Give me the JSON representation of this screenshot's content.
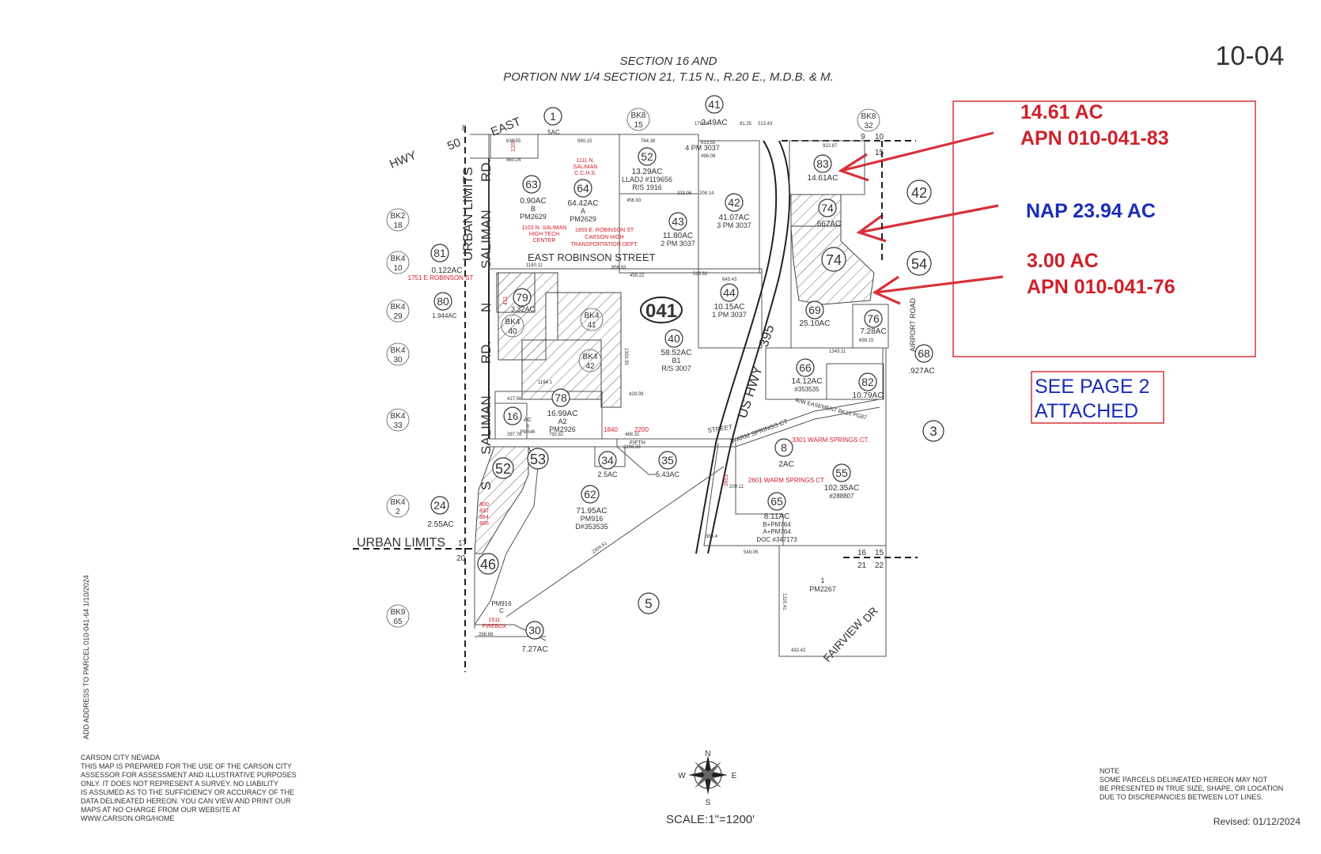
{
  "map_id": "10-04",
  "title_line1": "SECTION 16 AND",
  "title_line2": "PORTION NW 1/4 SECTION 21, T.15 N., R.20 E., M.D.B. & M.",
  "book_number": "041",
  "annotations": {
    "box1_acres": "14.61 AC",
    "box1_apn": "APN 010-041-83",
    "nap": "NAP 23.94 AC",
    "box2_acres": "3.00 AC",
    "box2_apn": "APN 010-041-76",
    "see_page_line1": "SEE PAGE 2",
    "see_page_line2": "ATTACHED"
  },
  "colors": {
    "annotation_red": "#d8313a",
    "annotation_blue": "#1a2db8",
    "map_ink": "#333333"
  },
  "streets": {
    "hwy50": "HWY",
    "hwy50_num": "50",
    "east": "EAST",
    "urban_limits_v": "URBAN LIMITS",
    "rd_top": "RD.",
    "saliman_top": "SALIMAN",
    "n": "N",
    "rd_mid": "RD.",
    "saliman_bottom": "SALIMAN",
    "s": "S",
    "east_robinson": "EAST ROBINSON STREET",
    "us_hwy": "US HWY",
    "us_hwy_num": "395",
    "fifth": "FIFTH",
    "street": "STREET",
    "warm_springs": "WARM SPRINGS CT",
    "fairview": "FAIRVIEW",
    "dr": "DR",
    "airport_road": "AIRPORT ROAD",
    "urban_limits_h": "URBAN LIMITS",
    "easement": "R/W EASEMENT BK15 PG87"
  },
  "parcels": {
    "p1": {
      "num": "1",
      "area": "5AC"
    },
    "p41": {
      "num": "41",
      "area": "2.49AC",
      "note": "4 PM 3037"
    },
    "p83": {
      "num": "83",
      "area": "14.61AC"
    },
    "p74a": {
      "num": "74",
      "area": "667AC"
    },
    "p74b": {
      "num": "74"
    },
    "p42r": {
      "num": "42"
    },
    "p54": {
      "num": "54"
    },
    "p63": {
      "num": "63",
      "area": "0.90AC",
      "l1": "B",
      "l2": "PM2629"
    },
    "p64": {
      "num": "64",
      "area": "64.42AC",
      "l1": "A",
      "l2": "PM2629"
    },
    "p52n": {
      "num": "52",
      "area": "13.29AC",
      "l1": "LLADJ #119656",
      "l2": "R/S 1916"
    },
    "p43": {
      "num": "43",
      "area": "11.80AC",
      "l1": "2 PM 3037"
    },
    "p42": {
      "num": "42",
      "area": "41.07AC",
      "l1": "3 PM 3037"
    },
    "p81": {
      "num": "81",
      "area": "0.122AC",
      "addr": "1751 E ROBINSON ST"
    },
    "p80": {
      "num": "80",
      "area": "1.944AC"
    },
    "p79": {
      "num": "79",
      "area": "3.32AC"
    },
    "p40": {
      "num": "40",
      "area": "58.52AC",
      "l1": "B1",
      "l2": "R/S 3007"
    },
    "p44": {
      "num": "44",
      "area": "10.15AC",
      "l1": "1 PM 3037"
    },
    "p69": {
      "num": "69",
      "area": "25.10AC"
    },
    "p76": {
      "num": "76",
      "area": "7.28AC"
    },
    "p68": {
      "num": "68",
      "area": ".927AC"
    },
    "p66": {
      "num": "66",
      "area": "14.12AC",
      "l1": "#353535"
    },
    "p82": {
      "num": "82",
      "area": "10.79AC"
    },
    "p78": {
      "num": "78",
      "area": "16.99AC",
      "l1": "A2",
      "l2": "PM2926"
    },
    "p16": {
      "num": "16",
      "area": "AC",
      "l1": "B",
      "l2": "PM546"
    },
    "p3": {
      "num": "3"
    },
    "p8": {
      "num": "8",
      "area": "2AC",
      "addr": "3301 WARM SPRINGS CT."
    },
    "p34": {
      "num": "34",
      "area": "2.5AC"
    },
    "p35": {
      "num": "35",
      "area": "5.43AC"
    },
    "p55": {
      "num": "55",
      "area": "102.35AC",
      "l1": "#288807",
      "addr": "2601 WARM SPRINGS CT"
    },
    "p52s": {
      "num": "52"
    },
    "p53": {
      "num": "53"
    },
    "p62": {
      "num": "62",
      "area": "71.95AC",
      "l1": "PM916",
      "l2": "D#353535"
    },
    "p24": {
      "num": "24",
      "area": "2.55AC"
    },
    "p65": {
      "num": "65",
      "area": "8.11AC",
      "l1": "B+PM764",
      "l2": "A+PM764",
      "l3": "DOC #347173"
    },
    "p46": {
      "num": "46"
    },
    "p5": {
      "num": "5"
    },
    "p30": {
      "num": "30",
      "area": "7.27AC"
    },
    "pm2267": {
      "num": "1",
      "l1": "PM2267"
    },
    "pm916c": {
      "l1": "PM916",
      "l2": "C"
    }
  },
  "books": {
    "bk8_15": {
      "a": "BK8",
      "b": "15"
    },
    "bk8_32": {
      "a": "BK8",
      "b": "32"
    },
    "bk2_18": {
      "a": "BK2",
      "b": "18"
    },
    "bk4_10": {
      "a": "BK4",
      "b": "10"
    },
    "bk4_29": {
      "a": "BK4",
      "b": "29"
    },
    "bk4_30": {
      "a": "BK4",
      "b": "30"
    },
    "bk4_33": {
      "a": "BK4",
      "b": "33"
    },
    "bk4_2": {
      "a": "BK4",
      "b": "2"
    },
    "bk9_65": {
      "a": "BK9",
      "b": "65"
    },
    "bk4_40": {
      "a": "BK4",
      "b": "40"
    },
    "bk4_41": {
      "a": "BK4",
      "b": "41"
    },
    "bk4_42": {
      "a": "BK4",
      "b": "42"
    }
  },
  "addresses": {
    "a1111": "1111 N.",
    "a1111b": "SALIMAN",
    "a1111c": "C.C.H.S.",
    "a1103": "1103 N. SALIMAN",
    "a1103b": "HIGH TECH",
    "a1103c": "CENTER",
    "a1850": "1850 E. ROBINSON ST",
    "a1850b": "CARSON HIGH",
    "a1850c": "TRANSPORTATION DEPT.",
    "a1201": "1201",
    "a411": "411",
    "a1840": "1840",
    "a2200": "2200",
    "a2651": "2651",
    "a800": "800",
    "a832": "832",
    "a864": "864",
    "a886": "886",
    "a1511": "1511",
    "a1511b": "FIREBOX"
  },
  "section_corners": {
    "c8": "8",
    "c9": "9",
    "c10": "10",
    "c15": "15",
    "c16": "16",
    "c15b": "15",
    "c17": "17",
    "c20": "20",
    "c21": "21",
    "c22": "22"
  },
  "dims": {
    "d1": "639.55",
    "d2": "460.24",
    "d3": "890.15",
    "d4": "764.38",
    "d5": "179.64",
    "d6": "81.25",
    "d7": "213.43",
    "d8": "633.55",
    "d9": "496.08",
    "d10": "922.87",
    "d11": "1180.11",
    "d12": "856.93",
    "d13": "459.22",
    "d14": "516.32",
    "d15": "1184.1",
    "d16": "417.56",
    "d17": "397.76",
    "d18": "792.82",
    "d19": "468.32",
    "d20": "2106.38",
    "d21": "549.05",
    "d22": "432.42",
    "d23": "1343.11",
    "d24": "699.15",
    "d25": "2404.51",
    "d26": "333.06",
    "d27": "208.14",
    "d28": "456.93",
    "d29": "643.43",
    "d30": "1333.35",
    "d31": "1220.41",
    "d32": "388.4",
    "d33": "209.11",
    "d34": "429.09",
    "d35": "288.88"
  },
  "footer": {
    "side_note": "ADD ADDRESS TO PARCEL 010-041-64 1/10/2024",
    "disclaimer": [
      "CARSON CITY NEVADA",
      "THIS MAP IS PREPARED FOR THE USE OF THE CARSON CITY",
      "ASSESSOR FOR ASSESSMENT AND ILLUSTRATIVE PURPOSES",
      "ONLY. IT DOES NOT REPRESENT A SURVEY. NO LIABILITY",
      "IS ASSUMED AS TO THE SUFFICIENCY OR ACCURACY OF THE",
      "DATA DELINEATED HEREON. YOU CAN VIEW AND PRINT OUR",
      "MAPS AT NO CHARGE FROM OUR WEBSITE AT",
      "WWW.CARSON.ORG/HOME"
    ],
    "note": [
      "NOTE",
      "SOME PARCELS DELINEATED HEREON MAY NOT",
      "BE PRESENTED IN TRUE SIZE, SHAPE, OR LOCATION",
      "DUE TO DISCREPANCIES BETWEEN LOT LINES."
    ],
    "scale": "SCALE:1\"=1200'",
    "revised": "Revised: 01/12/2024",
    "compass": {
      "n": "N",
      "s": "S",
      "e": "E",
      "w": "W"
    }
  }
}
